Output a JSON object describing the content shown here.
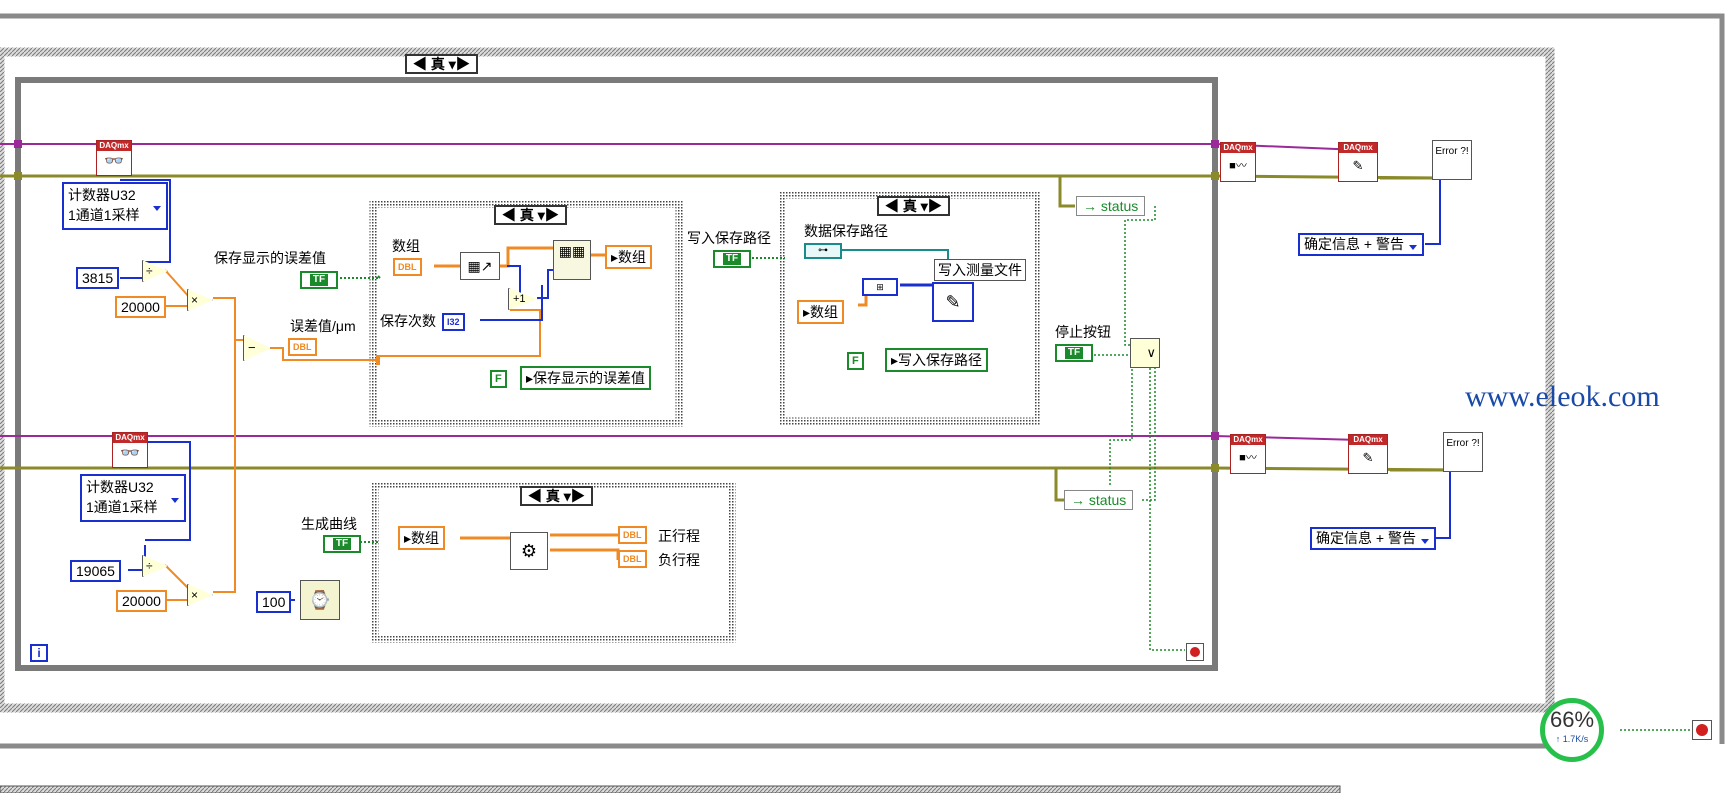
{
  "case_structures": {
    "outer_selector": "真",
    "save_case_selector": "真",
    "write_case_selector": "真",
    "curve_case_selector": "真"
  },
  "daq": {
    "top_counter_label": "计数器U32\n1通道1采样",
    "bottom_counter_label": "计数器U32\n1通道1采样",
    "icon_text": "DAQmx"
  },
  "constants": {
    "top_divisor": "3815",
    "top_multiplier": "20000",
    "bottom_divisor": "19065",
    "bottom_multiplier": "20000",
    "wait_ms": "100"
  },
  "labels": {
    "save_display_error": "保存显示的误差值",
    "array": "数组",
    "save_count": "保存次数",
    "error_um": "误差值/μm",
    "write_save_path": "写入保存路径",
    "data_save_path": "数据保存路径",
    "write_measure_file": "写入测量文件",
    "stop_button": "停止按钮",
    "generate_curve": "生成曲线",
    "forward_stroke": "正行程",
    "reverse_stroke": "负行程"
  },
  "locals": {
    "array_local": "数组",
    "array_local_2": "数组",
    "array_local_3": "数组",
    "save_display_error_local": "保存显示的误差值",
    "write_save_path_local": "写入保存路径"
  },
  "terminals": {
    "tf": "TF",
    "dbl": "DBL",
    "i32": "I32",
    "false_const": "F",
    "status_top": "status",
    "status_bottom": "status",
    "iteration": "i"
  },
  "error_handlers": {
    "top_dialog_option": "确定信息 + 警告",
    "bottom_dialog_option": "确定信息 + 警告",
    "error_icon_text": "Error ?!"
  },
  "watermark": "www.eleok.com",
  "network_widget": {
    "percent": "66%",
    "speed": "↑ 1.7K/s"
  },
  "colors": {
    "wire_green": "#8a8a2a",
    "wire_purple": "#9a2a9a",
    "wire_blue": "#1a2fd0",
    "wire_orange": "#f08a24",
    "wire_teal": "#1a8a8a",
    "structure_gray": "#7a7a7a",
    "accent_green": "#27c04a"
  }
}
